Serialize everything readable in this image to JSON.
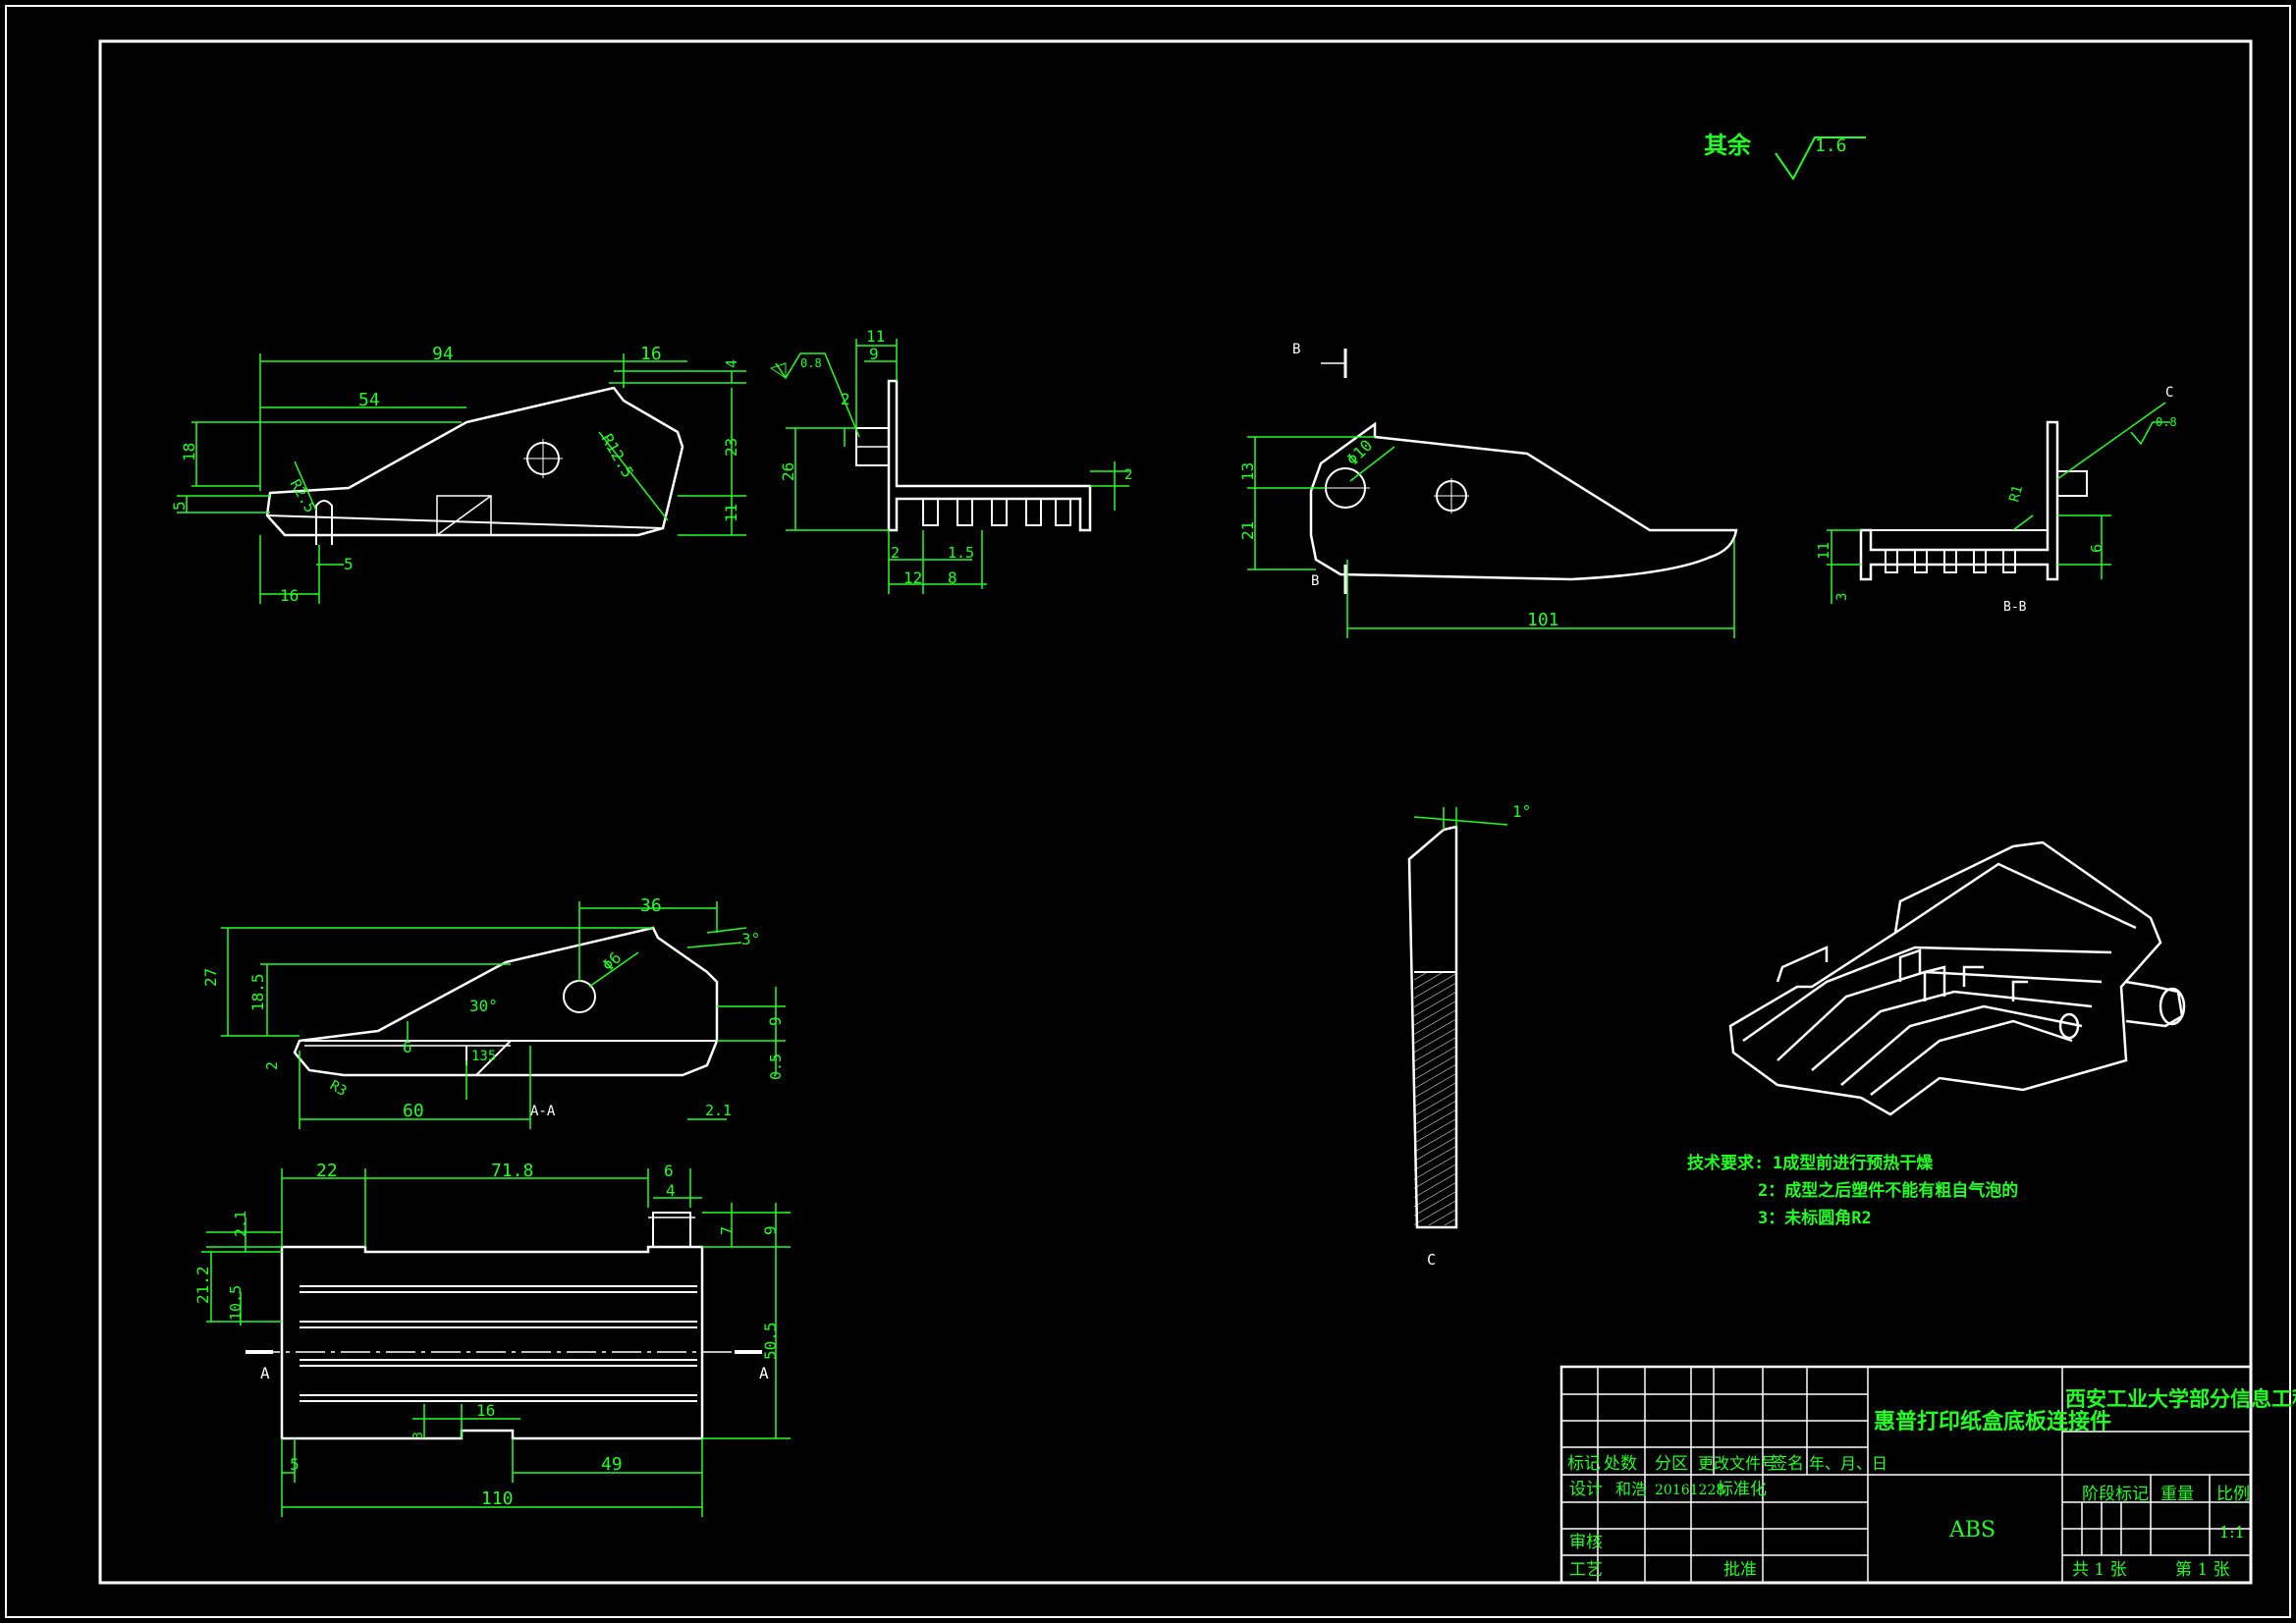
{
  "roughness": {
    "label": "其余",
    "value": "1.6",
    "local": "0.8"
  },
  "dims": {
    "v1_94": "94",
    "v1_16": "16",
    "v1_54": "54",
    "v1_18": "18",
    "v1_4": "4",
    "v1_23": "23",
    "v1_11": "11",
    "v1_5a": "5",
    "v1_R2_5": "R2.5",
    "v1_R12_5": "R12.5",
    "v1_5b": "5",
    "v1_16b": "16",
    "v2_11": "11",
    "v2_9": "9",
    "v2_2a": "2",
    "v2_26": "26",
    "v2_2b": "2",
    "v2_2c": "2",
    "v2_1_5": "1.5",
    "v2_12": "12",
    "v2_8": "8",
    "v3_13": "13",
    "v3_21": "21",
    "v3_phi10": "Φ10",
    "v3_101": "101",
    "v4_R1": "R1",
    "v4_11": "11",
    "v4_6": "6",
    "v4_3": "3",
    "v5_27": "27",
    "v5_18_5": "18.5",
    "v5_36": "36",
    "v5_3deg": "3°",
    "v5_phi6": "Φ6",
    "v5_30deg": "30°",
    "v5_9": "9",
    "v5_6": "6",
    "v5_135": "135",
    "v5_2": "2",
    "v5_R3": "R3",
    "v5_60": "60",
    "v5_0_5": "0.5",
    "v5_2_1": "2.1",
    "v6_22": "22",
    "v6_71_8": "71.8",
    "v6_6": "6",
    "v6_4": "4",
    "v6_2_1": "2.1",
    "v6_7": "7",
    "v6_9": "9",
    "v6_21_2": "21.2",
    "v6_10_5": "10.5",
    "v6_50_5": "50.5",
    "v6_16": "16",
    "v6_3": "3",
    "v6_5": "5",
    "v6_49": "49",
    "v6_110": "110",
    "det_1deg": "1°"
  },
  "section_labels": {
    "B": "B",
    "Bb": "B",
    "BB": "B-B",
    "C": "C",
    "Cdet": "C",
    "A": "A",
    "Ab": "A",
    "AA": "A-A"
  },
  "tech": {
    "heading": "技术要求:",
    "items": [
      "1成型前进行预热干燥",
      "2：成型之后塑件不能有粗自气泡的",
      "3：未标圆角R2"
    ]
  },
  "title_block": {
    "part_name": "惠普打印纸盒底板连接件",
    "school": "西安工业大学部分信息工程学院",
    "material": "ABS",
    "h_mark": "标记",
    "h_qty": "处数",
    "h_zone": "分区",
    "h_doc": "更改文件号",
    "h_sign": "签名",
    "h_date": "年、月、日",
    "design": "设计",
    "designer": "和浩",
    "design_date": "20161228",
    "standard": "标准化",
    "review": "审核",
    "process": "工艺",
    "approve": "批准",
    "stage": "阶段标记",
    "weight": "重量",
    "scale_label": "比例",
    "scale": "1:1",
    "sheets": "共 1 张",
    "sheet_no": "第 1 张"
  }
}
